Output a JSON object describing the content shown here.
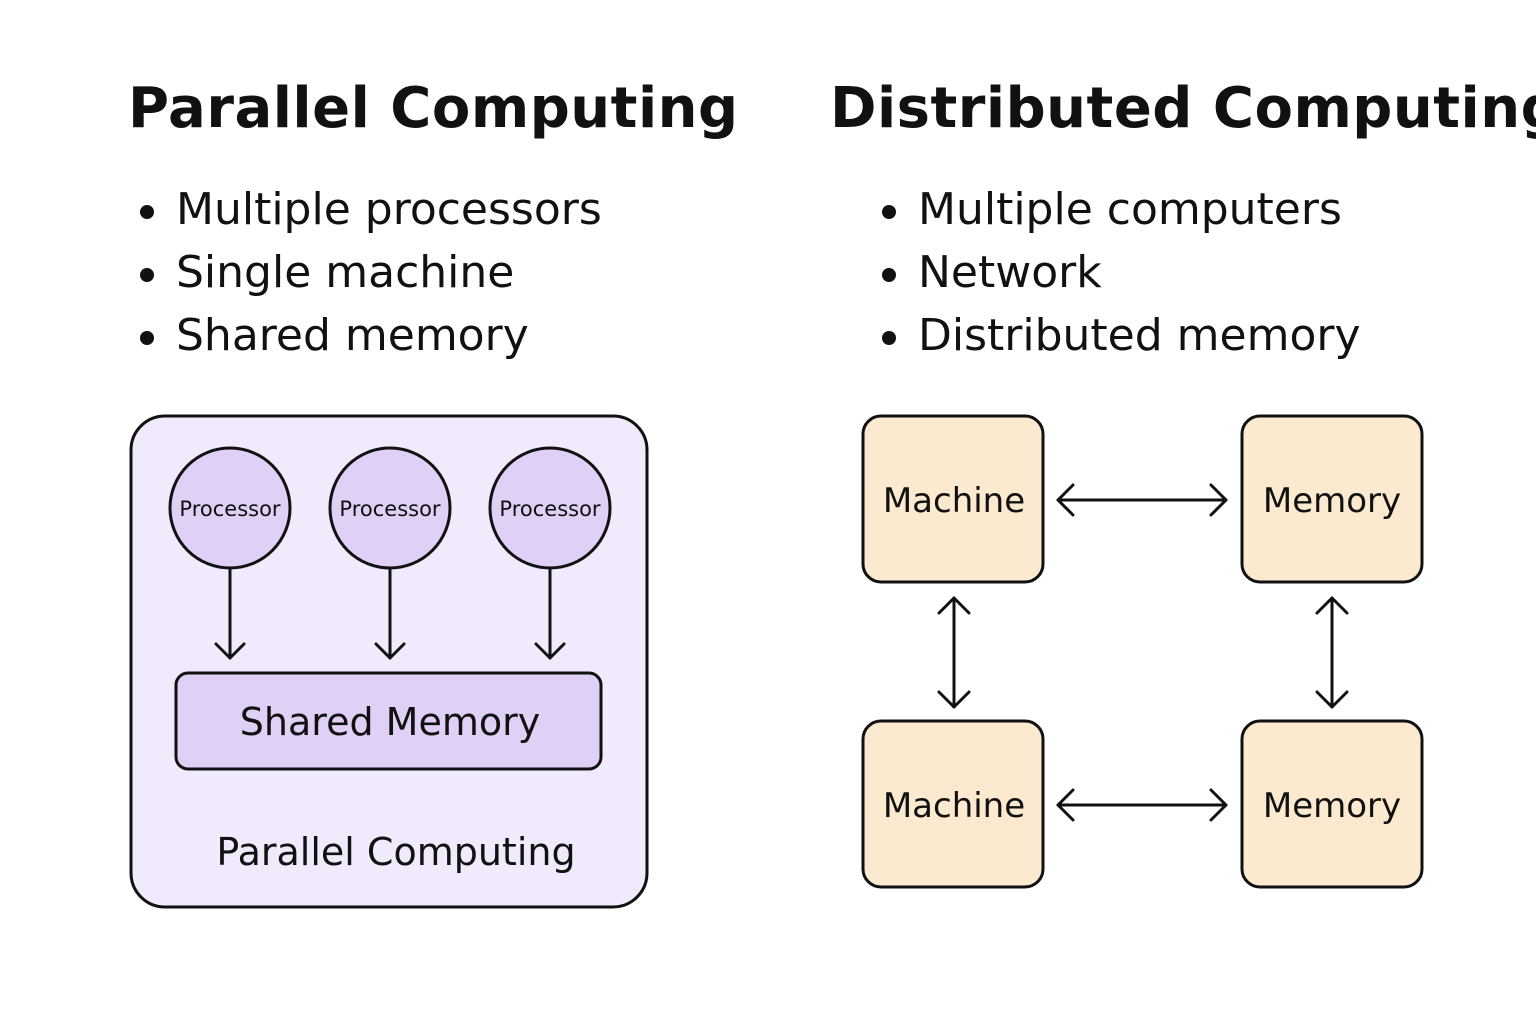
{
  "parallel": {
    "heading": "Parallel Computing",
    "bullets": [
      "Multiple processors",
      "Single machine",
      "Shared memory"
    ],
    "processor_labels": [
      "Processor",
      "Processor",
      "Processor"
    ],
    "shared_memory_label": "Shared Memory",
    "box_caption": "Parallel Computing",
    "colors": {
      "container_fill": "#f1e9fc",
      "node_fill": "#e1d0f5",
      "stroke": "#111111"
    }
  },
  "distributed": {
    "heading": "Distributed Computing",
    "bullets": [
      "Multiple computers",
      "Network",
      "Distributed memory"
    ],
    "nodes": [
      {
        "label": "Machine"
      },
      {
        "label": "Memory"
      },
      {
        "label": "Machine"
      },
      {
        "label": "Memory"
      }
    ],
    "colors": {
      "node_fill": "#fbe9d0",
      "stroke": "#111111"
    }
  }
}
